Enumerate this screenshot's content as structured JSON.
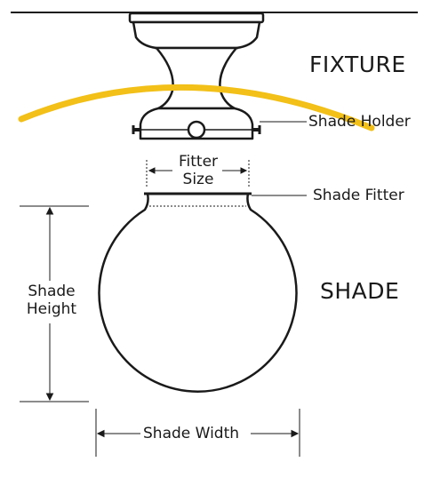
{
  "labels": {
    "fixture": "FIXTURE",
    "shade_holder": "Shade Holder",
    "fitter_size_line1": "Fitter",
    "fitter_size_line2": "Size",
    "shade_fitter": "Shade Fitter",
    "shade": "SHADE",
    "shade_height_line1": "Shade",
    "shade_height_line2": "Height",
    "shade_width": "Shade Width"
  },
  "colors": {
    "line": "#1a1a1a",
    "wire": "#f2c018",
    "background": "#ffffff"
  }
}
